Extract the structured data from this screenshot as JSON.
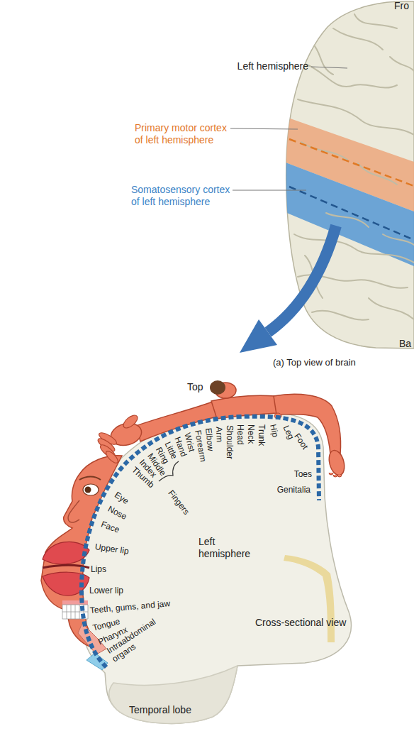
{
  "diagram": {
    "labels": [
      "Fro",
      "Left hemisphere",
      "Primary motor cortex of left hemisphere",
      "Somatosensory cortex of left hemisphere",
      "Ba",
      "(a) Top view of brain",
      "Top",
      "Genitalia",
      "Toes",
      "Foot",
      "Leg",
      "Hip",
      "Trunk",
      "Neck",
      "Head",
      "Shoulder",
      "Arm",
      "Elbow",
      "Forearm",
      "Wrist",
      "Hand",
      "Little",
      "Ring",
      "Middle",
      "Index",
      "Thumb",
      "Fingers",
      "Eye",
      "Nose",
      "Face",
      "Upper lip",
      "Lips",
      "Lower lip",
      "Teeth, gums, and jaw",
      "Tongue",
      "Pharynx",
      "Intraabdominal organs",
      "Left hemisphere",
      "Cross-sectional view",
      "Temporal lobe"
    ]
  }
}
